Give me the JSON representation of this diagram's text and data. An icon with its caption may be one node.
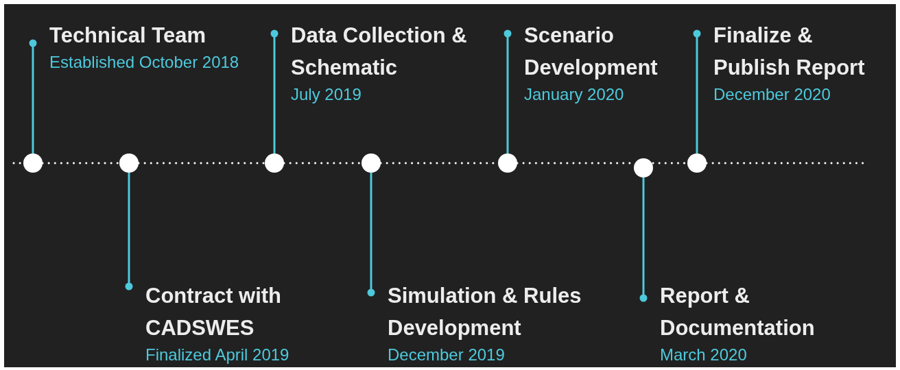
{
  "diagram": {
    "nodes": [
      {
        "text": [
          "Technical Team",
          "Established October 2018"
        ]
      },
      {
        "text": [
          "Contract with CADSWES",
          "Finalized April 2019"
        ]
      },
      {
        "text": [
          "Data Collection & Schematic",
          "July 2019"
        ]
      },
      {
        "text": [
          "Simulation & Rules Development",
          "December 2019"
        ]
      },
      {
        "text": [
          "Scenario Development",
          "January 2020"
        ]
      },
      {
        "text": [
          "Report & Documentation",
          "March 2020"
        ]
      },
      {
        "text": [
          "Finalize & Publish Report",
          "December 2020"
        ]
      },
      {
        "text": [],
        "shape": "circle"
      },
      {
        "text": [],
        "shape": "circle"
      },
      {
        "text": [],
        "shape": "circle"
      },
      {
        "text": [],
        "shape": "circle"
      },
      {
        "text": [],
        "shape": "circle"
      },
      {
        "text": [],
        "shape": "circle"
      },
      {
        "text": [],
        "shape": "circle"
      }
    ],
    "edges": [
      {
        "from": null,
        "to": 7,
        "arrow": "none",
        "style": "dashed"
      },
      {
        "from": 7,
        "to": 8,
        "arrow": "none",
        "style": "dashed"
      },
      {
        "from": 8,
        "to": 9,
        "arrow": "none",
        "style": "dashed"
      },
      {
        "from": 9,
        "to": 10,
        "arrow": "none",
        "style": "dashed"
      },
      {
        "from": 10,
        "to": 11,
        "arrow": "none",
        "style": "dashed"
      },
      {
        "from": 11,
        "to": 12,
        "arrow": "none",
        "style": "dashed"
      },
      {
        "from": 12,
        "to": 13,
        "arrow": "none",
        "style": "dashed"
      },
      {
        "from": 13,
        "to": null,
        "arrow": "none",
        "style": "dashed"
      },
      {
        "from": 7,
        "to": 0,
        "arrow": "other",
        "color": "#4ec9dc"
      },
      {
        "from": 8,
        "to": 1,
        "arrow": "other",
        "color": "#4ec9dc"
      },
      {
        "from": 9,
        "to": 2,
        "arrow": "other",
        "color": "#4ec9dc"
      },
      {
        "from": 10,
        "to": 3,
        "arrow": "other",
        "color": "#4ec9dc"
      },
      {
        "from": 11,
        "to": 4,
        "arrow": "other",
        "color": "#4ec9dc"
      },
      {
        "from": 12,
        "to": 5,
        "arrow": "other",
        "color": "#4ec9dc"
      },
      {
        "from": 13,
        "to": 6,
        "arrow": "other",
        "color": "#4ec9dc"
      }
    ]
  }
}
